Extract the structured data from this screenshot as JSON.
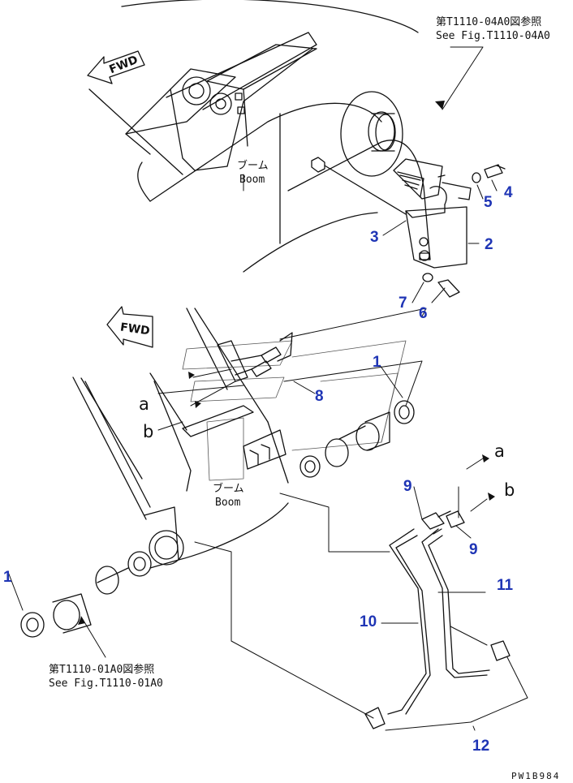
{
  "references": {
    "top": {
      "jp": "第T1110-04A0図参照",
      "en": "See Fig.T1110-04A0"
    },
    "bottom": {
      "jp": "第T1110-01A0図参照",
      "en": "See Fig.T1110-01A0"
    }
  },
  "boom_labels": {
    "top": {
      "jp": "ブーム",
      "en": "Boom"
    },
    "middle": {
      "jp": "ブーム",
      "en": "Boom"
    }
  },
  "direction": {
    "fwd_top": "FWD",
    "fwd_mid": "FWD"
  },
  "callouts": [
    "1",
    "2",
    "3",
    "4",
    "5",
    "6",
    "7",
    "8",
    "9",
    "9",
    "10",
    "11",
    "12",
    "1"
  ],
  "connection_letters": {
    "a_left": "a",
    "b_left": "b",
    "a_right": "a",
    "b_right": "b"
  },
  "drawing_code": "PW1B984",
  "colors": {
    "callout": "#1f35b5",
    "line": "#111111",
    "background": "#ffffff"
  }
}
